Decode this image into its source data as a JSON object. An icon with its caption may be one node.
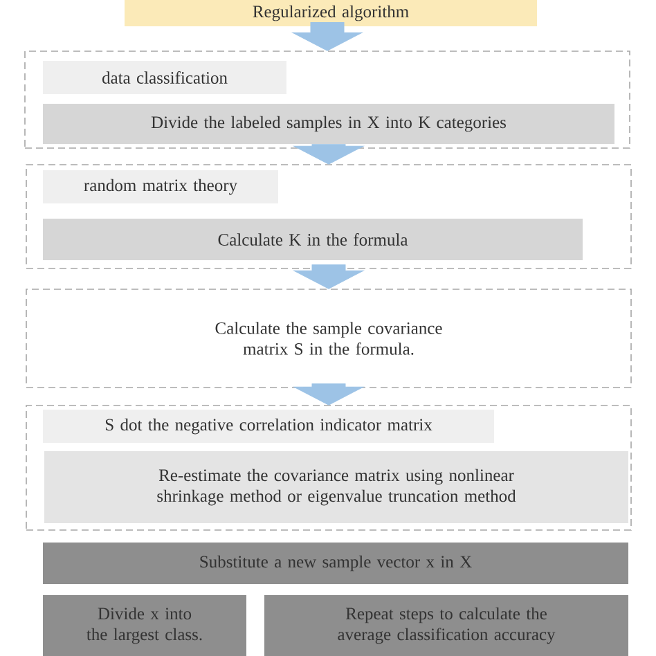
{
  "diagram": {
    "nodes": [
      {
        "text": [
          "Regularized algorithm"
        ]
      },
      {
        "text": [],
        "shape": "box"
      },
      {
        "text": [
          "data classification"
        ],
        "in": 1
      },
      {
        "text": [
          "Divide the labeled samples in X into K categories"
        ],
        "in": 1
      },
      {
        "text": [],
        "shape": "box"
      },
      {
        "text": [
          "random matrix theory"
        ],
        "in": 4
      },
      {
        "text": [
          "Calculate K in the formula"
        ],
        "in": 4
      },
      {
        "text": [
          "Calculate the sample covariance matrix S in the formula."
        ]
      },
      {
        "text": [],
        "shape": "box"
      },
      {
        "text": [
          "S dot the negative correlation indicator matrix"
        ],
        "in": 8
      },
      {
        "text": [
          "Re-estimate the covariance matrix using nonlinear shrinkage method or eigenvalue truncation method"
        ],
        "in": 8
      },
      {
        "text": [
          "Substitute a new sample vector x in X"
        ]
      },
      {
        "text": [
          "Divide x into the largest class."
        ]
      },
      {
        "text": [
          "Repeat steps to calculate the average classification accuracy"
        ]
      }
    ],
    "edges": [
      {
        "from": 0,
        "to": 1,
        "arrow": "to"
      },
      {
        "from": 1,
        "to": 4,
        "arrow": "to"
      },
      {
        "from": 4,
        "to": 7,
        "arrow": "to"
      },
      {
        "from": 7,
        "to": 8,
        "arrow": "to"
      }
    ]
  }
}
